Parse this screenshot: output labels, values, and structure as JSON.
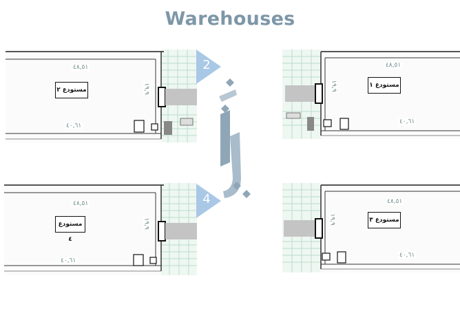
{
  "title": "Warehouses",
  "badges": [
    {
      "label": "2"
    },
    {
      "label": "4"
    }
  ],
  "plans": [
    {
      "name": "مستودع ٢",
      "dim_top": "٤٨,٥١",
      "dim_bottom": "٤٠,٦١",
      "dim_side": "١٩,٩"
    },
    {
      "name": "مستودع ١",
      "dim_top": "٤٨,٥١",
      "dim_bottom": "٤٠,٦١",
      "dim_side": "١٩,٩"
    },
    {
      "name": "مستودع ٤",
      "dim_top": "٤٨,٥١",
      "dim_bottom": "٤٠,٦١",
      "dim_side": "١٩,٩"
    },
    {
      "name": "مستودع ٣",
      "dim_top": "٤٨,٥١",
      "dim_bottom": "٤٠,٦١",
      "dim_side": "١٩,٩"
    }
  ],
  "colors": {
    "title": "#7d97a8",
    "badge": "#a9c8e6",
    "logo": "#8fa6b6",
    "grid": "#cfe5db",
    "line": "#222222"
  }
}
